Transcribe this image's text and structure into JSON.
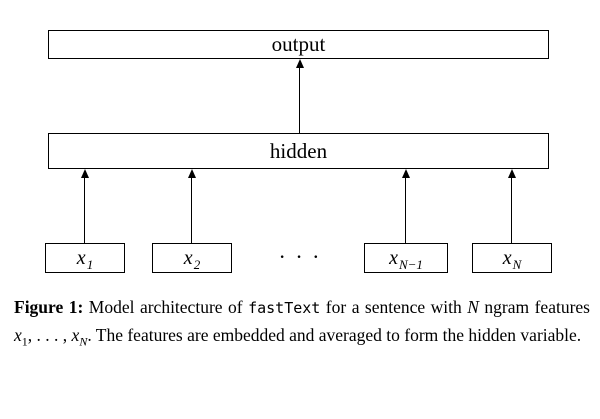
{
  "diagram": {
    "output": {
      "label": "output"
    },
    "hidden": {
      "label": "hidden"
    },
    "inputs": [
      {
        "base": "x",
        "sub": "1"
      },
      {
        "base": "x",
        "sub": "2"
      },
      {
        "base": "x",
        "sub": "N−1"
      },
      {
        "base": "x",
        "sub": "N"
      }
    ],
    "ellipsis": "· · ·"
  },
  "caption": {
    "label": "Figure 1:",
    "t1": " Model architecture of ",
    "code": "fastText",
    "t2": " for a sentence with ",
    "mN": "N",
    "t3": " ngram features ",
    "x1base": "x",
    "x1sub": "1",
    "dots": ", . . . , ",
    "x2base": "x",
    "x2sub": "N",
    "t4": ". The features are embedded and averaged to form the hidden variable."
  }
}
